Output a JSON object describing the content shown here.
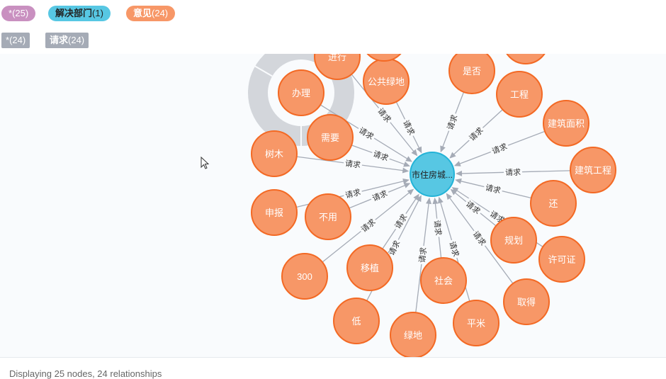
{
  "legend": {
    "labels": [
      {
        "name": "*",
        "count": "(25)",
        "color": "#c990c0"
      },
      {
        "name": "解决部门",
        "count": "(1)",
        "color": "#57c7e3"
      },
      {
        "name": "意见",
        "count": "(24)",
        "color": "#f79767"
      }
    ],
    "relationships": [
      {
        "name": "*",
        "count": "(24)"
      },
      {
        "name": "请求",
        "count": "(24)"
      }
    ]
  },
  "graph": {
    "center": {
      "label": "市住房城..."
    },
    "nodes": [
      "是否",
      "工程",
      "建筑面积",
      "建筑工程",
      "还",
      "许可证",
      "规划",
      "取得",
      "平米",
      "社会",
      "绿地",
      "低",
      "移植",
      "300",
      "不用",
      "申报",
      "树木",
      "需要",
      "办理",
      "公共绿地",
      "进行"
    ],
    "edge_label": "请求"
  },
  "status": {
    "text": "Displaying 25 nodes, 24 relationships"
  }
}
